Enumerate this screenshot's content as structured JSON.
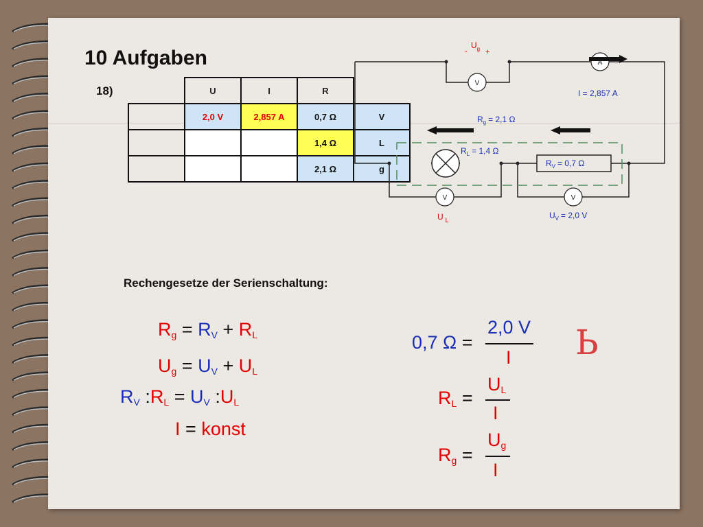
{
  "title": "10 Aufgaben",
  "task": "18)",
  "table": {
    "headers": [
      "U",
      "I",
      "R"
    ],
    "rows": [
      {
        "U": "2,0 V",
        "I": "2,857 A",
        "R": "0,7 Ω",
        "tag": "V"
      },
      {
        "U": "",
        "I": "",
        "R": "1,4 Ω",
        "tag": "L"
      },
      {
        "U": "",
        "I": "",
        "R": "2,1 Ω",
        "tag": "g"
      }
    ]
  },
  "circuit": {
    "ug_label": "U",
    "ug_sub": "g",
    "ug_minus": "-",
    "ug_plus": "+",
    "ammeter_symbol": "A",
    "voltmeter_symbol": "V",
    "current": "I = 2,857 A",
    "rg_prefix": "R",
    "rg_sub": "g",
    "rg_value": "= 2,1 Ω",
    "rl_prefix": "R",
    "rl_sub": "L",
    "rl_value": "= 1,4 Ω",
    "rv_prefix": "R",
    "rv_sub": "V",
    "rv_value": "= 0,7 Ω",
    "ul_label": "U",
    "ul_sub": "L",
    "uv_prefix": "U",
    "uv_sub": "V",
    "uv_value": "= 2,0 V"
  },
  "laws_title": "Rechengesetze der Serienschaltung:",
  "formulas": {
    "R": "R",
    "U": "U",
    "I": "I",
    "g": "g",
    "V": "V",
    "L": "L",
    "eq": "=",
    "plus": "+",
    "colon": ":",
    "konst": "konst",
    "lhs_example": "0,7 Ω",
    "num_example": "2,0 V"
  },
  "decor_glyph": "Ь",
  "colors": {
    "red": "#e00000",
    "blue": "#1a2fb8",
    "yellow_cell": "#ffff55",
    "blue_cell": "#cfe5f7",
    "dashed_green": "#4f8a5a"
  }
}
